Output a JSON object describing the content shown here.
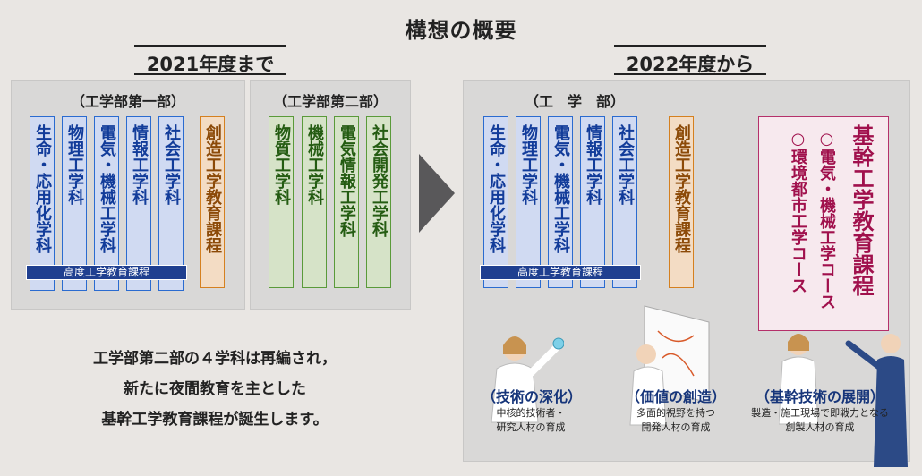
{
  "title": "構想の概要",
  "before": {
    "period": "2021年度まで",
    "dept1": {
      "title": "（工学部第一部）",
      "courses": [
        "生命・応用化学科",
        "物理工学科",
        "電気・機械工学科",
        "情報工学科",
        "社会工学科"
      ],
      "creative": "創造工学教育課程",
      "advanced": "高度工学教育課程"
    },
    "dept2": {
      "title": "（工学部第二部）",
      "courses": [
        "物質工学科",
        "機械工学科",
        "電気情報工学科",
        "社会開発工学科"
      ]
    }
  },
  "after": {
    "period": "2022年度から",
    "title": "（工　学　部）",
    "courses": [
      "生命・応用化学科",
      "物理工学科",
      "電気・機械工学科",
      "情報工学科",
      "社会工学科"
    ],
    "creative": "創造工学教育課程",
    "advanced": "高度工学教育課程",
    "kikan": {
      "title": "基幹工学教育課程",
      "course1": "○電気・機械工学コース",
      "course2": "○環境都市工学コース"
    }
  },
  "summary": [
    "工学部第二部の４学科は再編され，",
    "新たに夜間教育を主とした",
    "基幹工学教育課程が誕生します。"
  ],
  "features": [
    {
      "heading": "（技術の深化）",
      "lines": [
        "中核的技術者・",
        "研究人材の育成"
      ]
    },
    {
      "heading": "（価値の創造）",
      "lines": [
        "多面的視野を持つ",
        "開発人材の育成"
      ]
    },
    {
      "heading": "（基幹技術の展開）",
      "lines": [
        "製造・施工現場で即戦力となる",
        "創製人材の育成"
      ]
    }
  ],
  "colors": {
    "blue": "#2a6bd0",
    "green": "#5a9a3a",
    "orange": "#d5801f",
    "magenta": "#b5306a",
    "navy": "#1f3f90"
  }
}
